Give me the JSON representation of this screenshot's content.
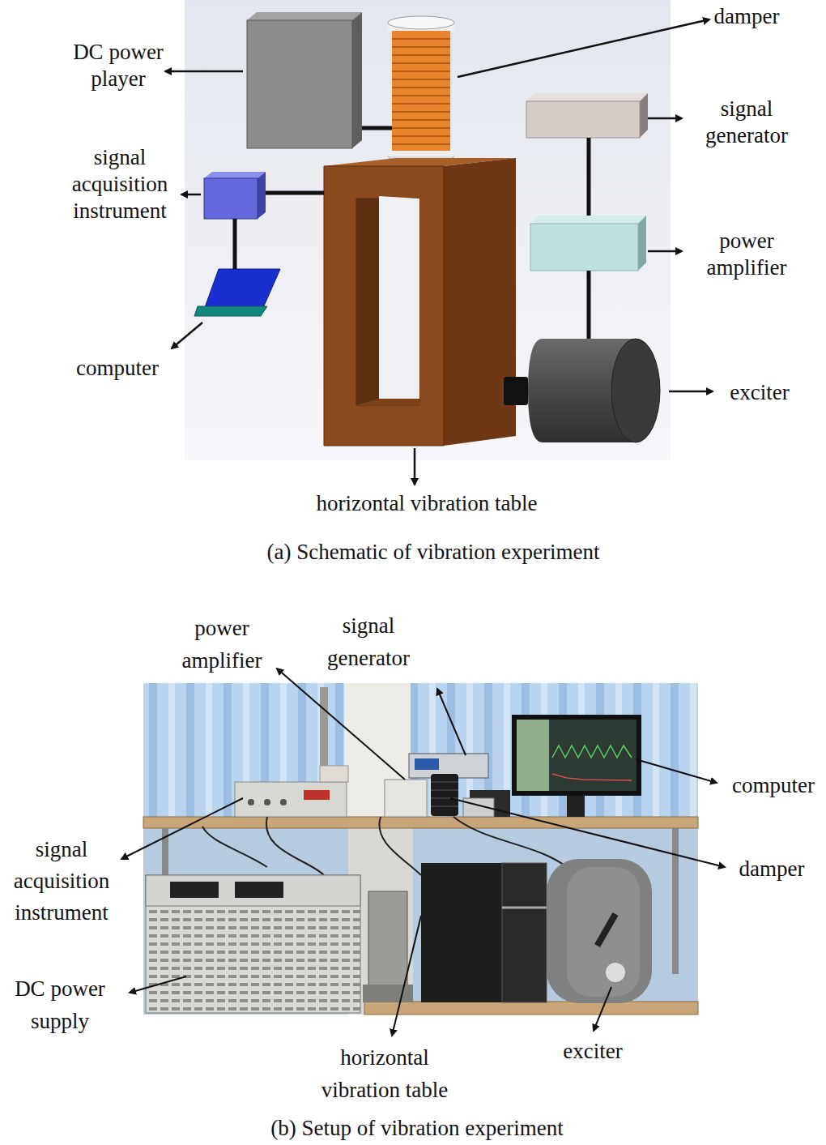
{
  "diagram": {
    "labels": [
      "DC power player",
      "damper",
      "signal generator",
      "signal acquisition instrument",
      "power amplifier",
      "computer",
      "exciter",
      "horizontal vibration table",
      "(a) Schematic of vibration experiment",
      "power amplifier",
      "signal generator",
      "computer",
      "signal acquisition instrument",
      "damper",
      "DC power supply",
      "horizontal vibration table",
      "exciter",
      "(b) Setup of vibration experiment"
    ]
  }
}
